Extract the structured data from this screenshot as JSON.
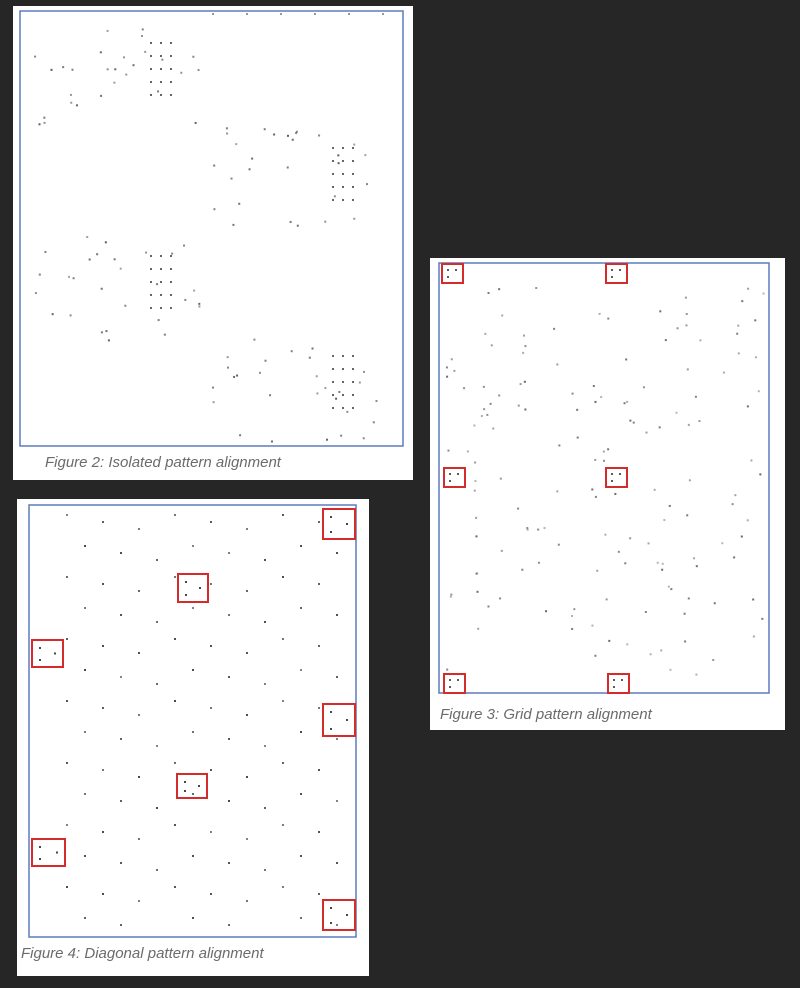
{
  "figures": {
    "fig2": {
      "caption": "Figure 2: Isolated pattern alignment",
      "pattern": "isolated",
      "frame_color": "#5b7bbd"
    },
    "fig3": {
      "caption": "Figure 3: Grid pattern alignment",
      "pattern": "grid",
      "frame_color": "#5b7bbd",
      "highlight_color": "#d42b2b"
    },
    "fig4": {
      "caption": "Figure 4: Diagonal pattern alignment",
      "pattern": "diagonal",
      "frame_color": "#5b7bbd",
      "highlight_color": "#d42b2b"
    }
  },
  "dot_color": "#333333"
}
